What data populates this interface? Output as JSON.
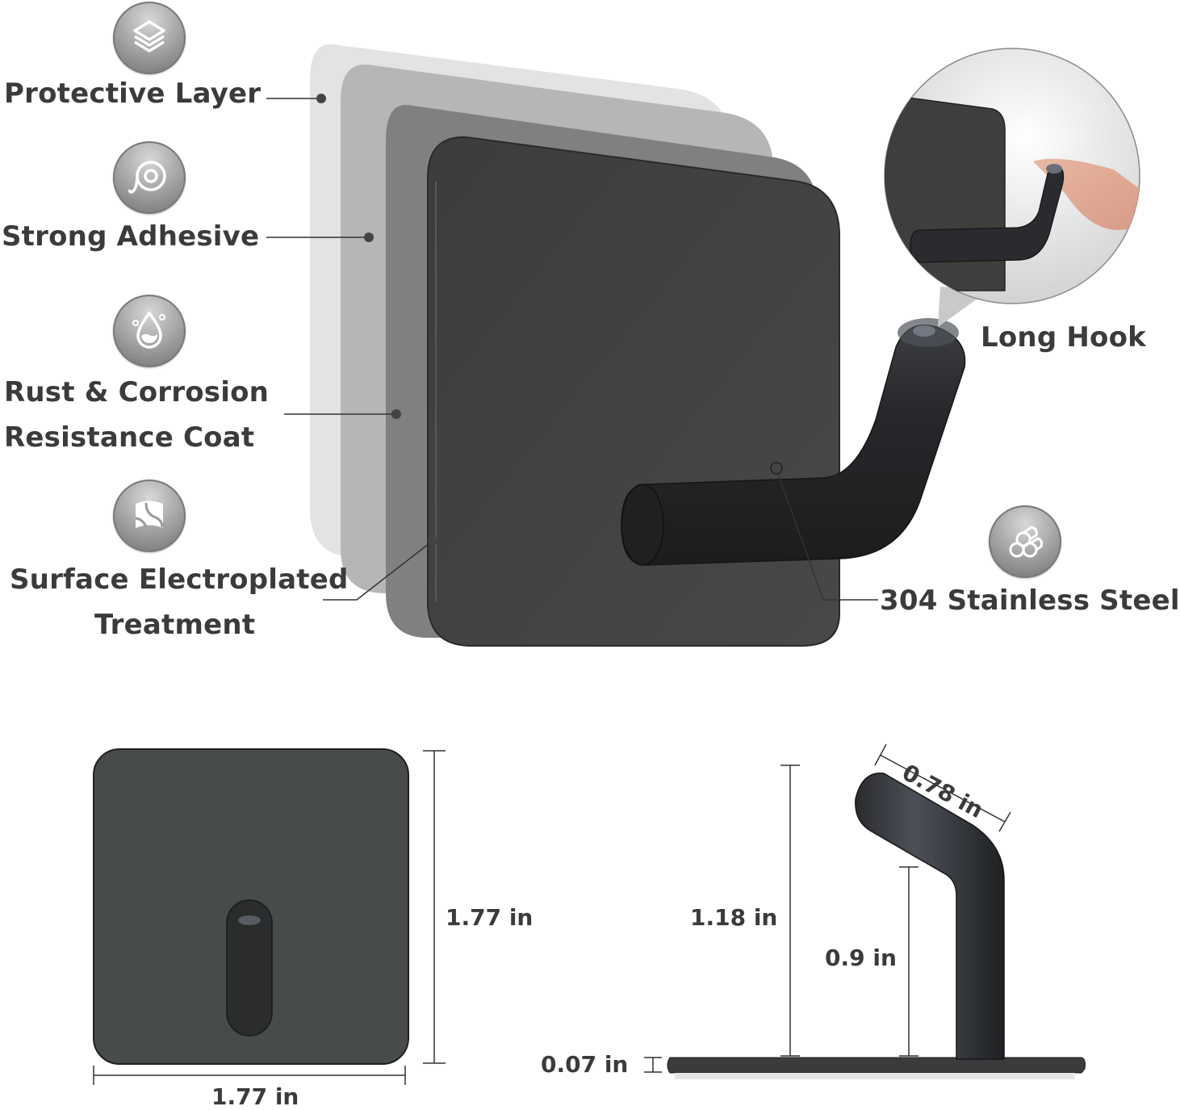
{
  "features": {
    "protective_layer": {
      "label": "Protective Layer",
      "icon": "layers-icon"
    },
    "strong_adhesive": {
      "label": "Strong Adhesive",
      "icon": "tape-roll-icon"
    },
    "rust_resistance": {
      "label_line1": "Rust & Corrosion",
      "label_line2": "Resistance Coat",
      "icon": "water-drop-icon"
    },
    "surface_treatment": {
      "label_line1": "Surface Electroplated",
      "label_line2": "Treatment",
      "icon": "wave-surface-icon"
    },
    "stainless_steel": {
      "label": "304 Stainless Steel",
      "icon": "steel-pipes-icon"
    },
    "long_hook": {
      "label": "Long Hook"
    }
  },
  "dimensions": {
    "front_height": "1.77 in",
    "front_width": "1.77 in",
    "side_total_height": "1.18 in",
    "side_hook_height": "0.9 in",
    "side_hook_length": "0.78 in",
    "side_plate_thickness": "0.07 in"
  },
  "colors": {
    "layer_1": "#e2e2e2",
    "layer_2": "#b5b5b5",
    "layer_3": "#7f7f7f",
    "hook_plate": "#434140",
    "hook_metal": "#2b2b2d",
    "text": "#3b3b3b"
  }
}
